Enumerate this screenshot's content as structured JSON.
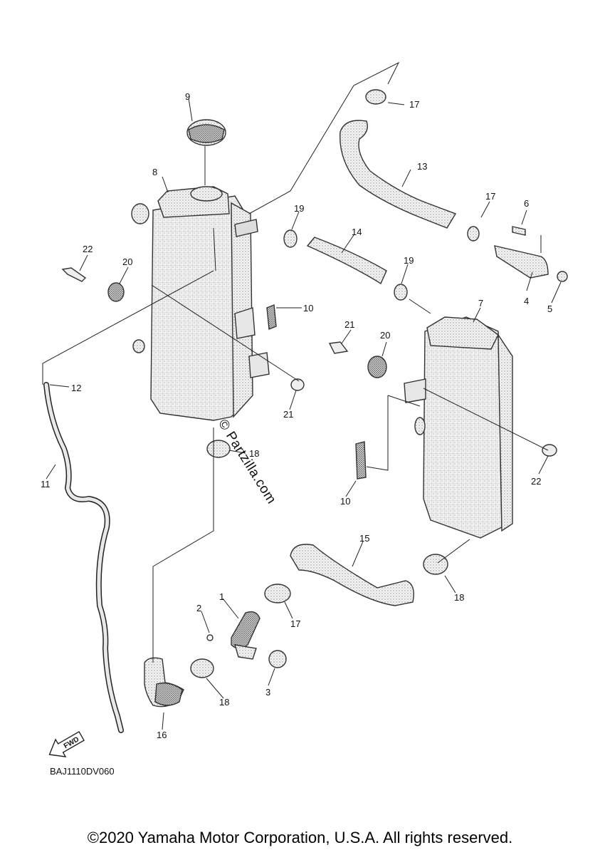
{
  "diagram_code": "BAJ1110DV060",
  "copyright": "©2020 Yamaha Motor Corporation, U.S.A. All rights reserved.",
  "watermark": "© Partzilla.com",
  "fwd_label": "FWD",
  "callouts": {
    "c1": "1",
    "c2": "2",
    "c3": "3",
    "c4": "4",
    "c5": "5",
    "c6": "6",
    "c7": "7",
    "c8": "8",
    "c9": "9",
    "c10a": "10",
    "c10b": "10",
    "c11": "11",
    "c12": "12",
    "c13": "13",
    "c14": "14",
    "c15": "15",
    "c16": "16",
    "c17a": "17",
    "c17b": "17",
    "c17c": "17",
    "c18a": "18",
    "c18b": "18",
    "c18c": "18",
    "c19a": "19",
    "c19b": "19",
    "c20a": "20",
    "c20b": "20",
    "c21a": "21",
    "c21b": "21",
    "c22a": "22",
    "c22b": "22"
  }
}
